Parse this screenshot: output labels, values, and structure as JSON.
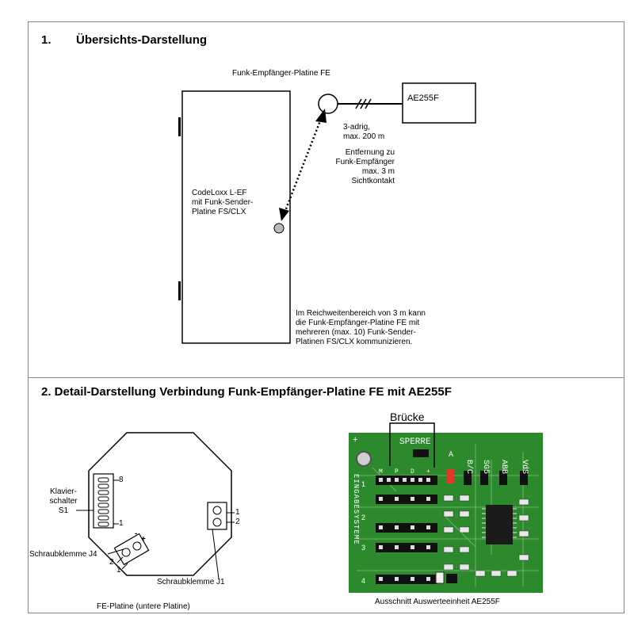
{
  "section1": {
    "number": "1.",
    "title": "Übersichts-Darstellung",
    "receiver_label": "Funk-Empfänger-Platine FE",
    "device_label": "AE255F",
    "cable_label": "3-adrig,\nmax. 200 m",
    "distance_label": "Entfernung zu\nFunk-Empfänger\nmax. 3 m Sichtkontakt",
    "door_label": "CodeLoxx L-EF\nmit Funk-Sender-\nPlatine FS/CLX",
    "range_note": "Im Reichweitenbereich von 3 m kann\ndie Funk-Empfänger-Platine FE mit\nmehreren (max. 10) Funk-Sender-\nPlatinen FS/CLX kommunizieren."
  },
  "section2": {
    "title": "2. Detail-Darstellung Verbindung Funk-Empfänger-Platine FE mit AE255F",
    "dip_label": "Klavier-\nschalter\nS1",
    "dip_pin_top": "8",
    "dip_pin_bottom": "1",
    "j4_label": "Schraubklemme J4",
    "j4_pin_2": "2",
    "j4_pin_1": "1",
    "j4_minus": "-",
    "j4_plus": "+",
    "j1_label": "Schraubklemme J1",
    "j1_pin_1": "1",
    "j1_pin_2": "2",
    "fe_caption": "FE-Platine (untere Platine)",
    "bridge_label": "Brücke",
    "pcb_caption": "Ausschnitt Auswerteeinheit AE255F",
    "pcb_texts": {
      "sperre": "SPERRE",
      "bc": "B/C",
      "sg5": "SG5",
      "abb": "ABB",
      "vds": "VdS",
      "m": "M",
      "p": "P",
      "d": "D",
      "plus": "+",
      "a": "A",
      "eingabesysteme": "EINGABESYSTEME",
      "row1": "1",
      "row2": "2",
      "row3": "3",
      "row4": "4"
    }
  },
  "colors": {
    "pcb_green": "#2c8a2c",
    "pcb_dark": "#1f6b1f",
    "jumper_red": "#e23a2a",
    "trace": "#6fb36f"
  }
}
